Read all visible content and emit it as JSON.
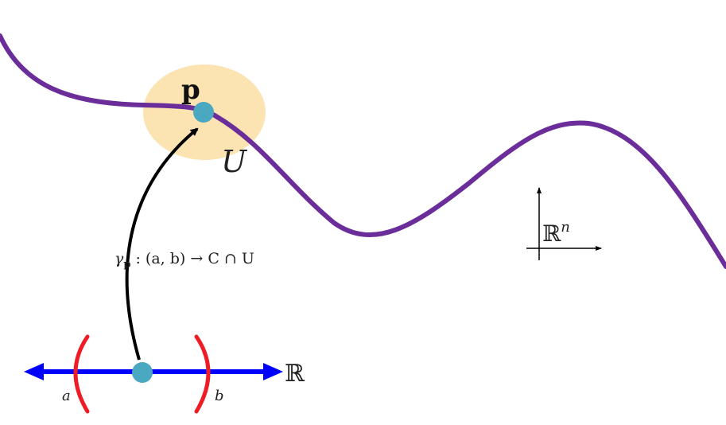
{
  "labels": {
    "point": "p",
    "neighborhood": "U",
    "ambient_space": "ℝ",
    "ambient_space_exponent": "n",
    "real_line": "ℝ",
    "interval_left": "a",
    "interval_right": "b",
    "map_gamma": "γ",
    "map_subscript": "p",
    "map_rest": " : (a, b) → C ∩ U"
  },
  "colors": {
    "curve": "#6b2d9a",
    "neighborhood_fill": "#fbe3b2",
    "point": "#4aa8c0",
    "real_line": "#0000ff",
    "interval_brackets": "#ee1c24",
    "arrow": "#000000"
  }
}
